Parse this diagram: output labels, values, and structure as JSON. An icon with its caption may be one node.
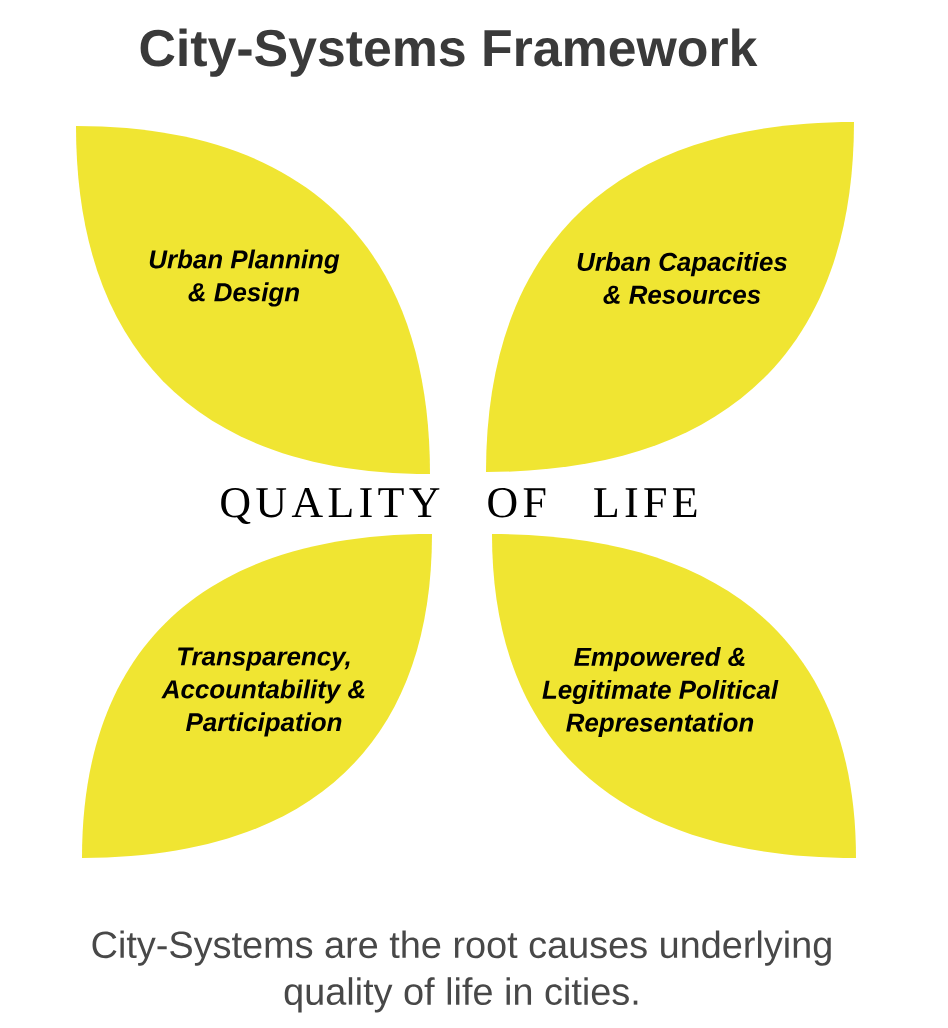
{
  "diagram": {
    "title": "City-Systems Framework",
    "nodes": [
      {
        "text": [
          "Urban Planning & Design"
        ]
      },
      {
        "text": [
          "Urban Capacities & Resources"
        ]
      },
      {
        "text": [
          "Transparency, Accountability & Participation"
        ]
      },
      {
        "text": [
          "Empowered & Legitimate Political Representation"
        ]
      }
    ],
    "labels": [
      "QUALITY OF LIFE"
    ],
    "caption": "City-Systems are the root causes underlying quality of life in cities."
  }
}
